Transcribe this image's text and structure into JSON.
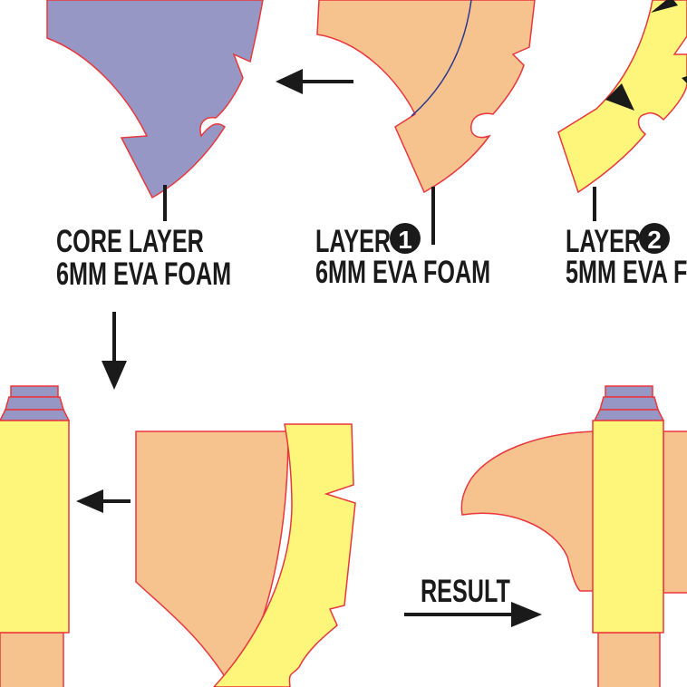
{
  "colors": {
    "core": "#9797c5",
    "layer1": "#f6c28e",
    "layer2": "#fdf67a",
    "outline": "#e8373d",
    "ink": "#1a1a1a",
    "seam": "#2b3a8f",
    "background": "#ffffff"
  },
  "labels": {
    "core": {
      "line1": "CORE LAYER",
      "line2": "6MM EVA FOAM"
    },
    "layer1": {
      "prefix": "LAYER",
      "number": "1",
      "line2": "6MM EVA FOAM"
    },
    "layer2": {
      "prefix": "LAYER",
      "number": "2",
      "line2": "5MM EVA F"
    },
    "result": "RESULT"
  },
  "icons": [
    "arrow-left-icon",
    "arrow-down-icon",
    "arrow-right-icon",
    "number-badge-icon"
  ]
}
